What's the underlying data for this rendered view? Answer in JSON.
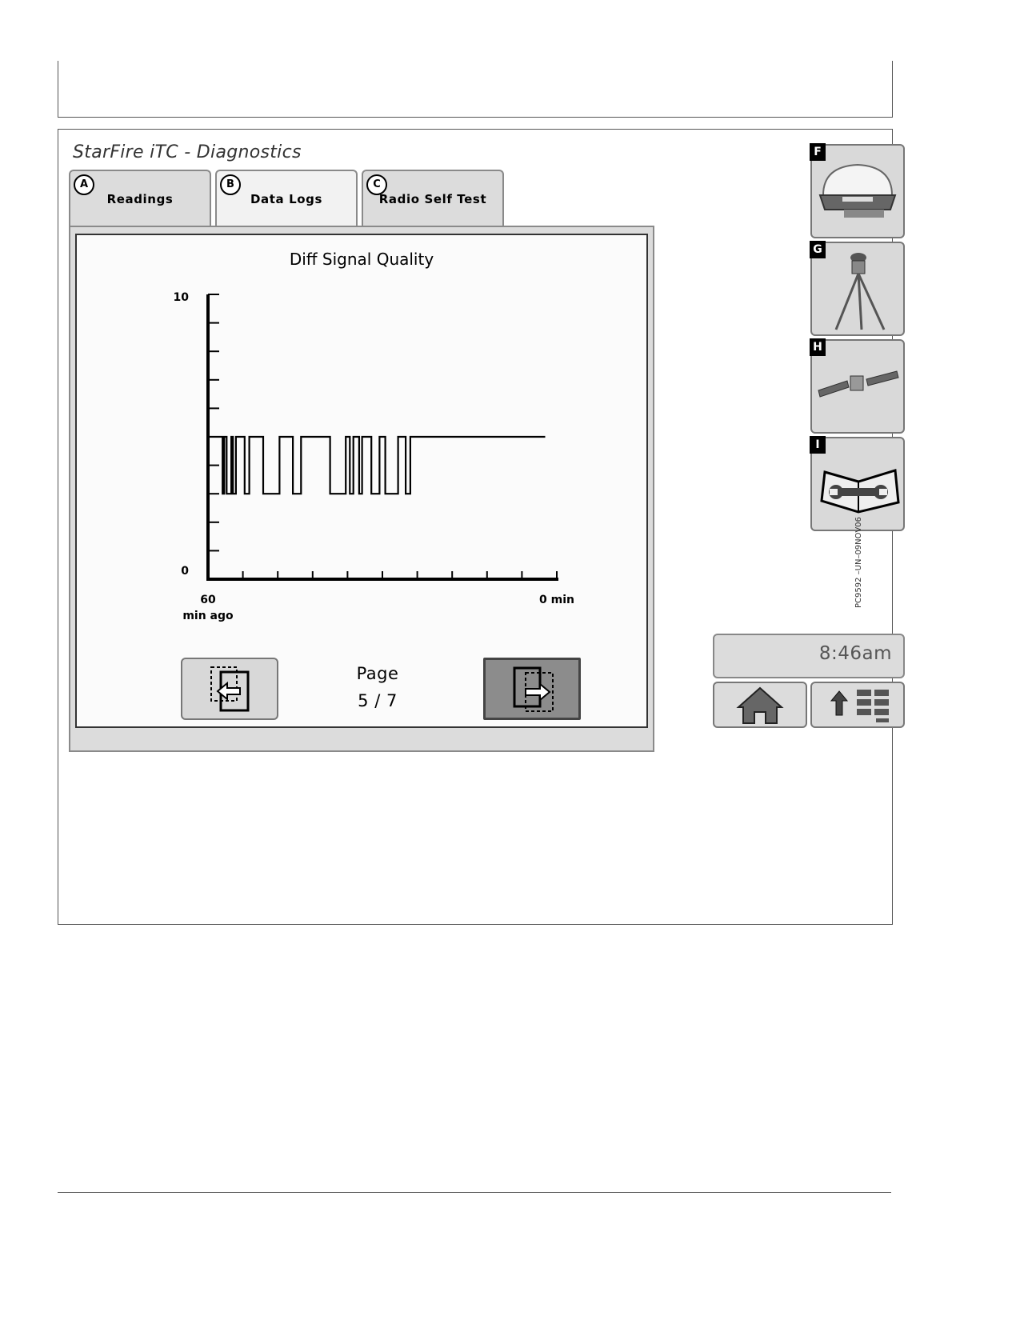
{
  "app_title": "StarFire iTC - Diagnostics",
  "tabs": [
    {
      "callout": "A",
      "label": "Readings",
      "active": false
    },
    {
      "callout": "B",
      "label": "Data Logs",
      "active": true
    },
    {
      "callout": "C",
      "label": "Radio Self Test",
      "active": false
    }
  ],
  "chart_data": {
    "type": "line",
    "title": "Diff Signal Quality",
    "ylim": [
      0,
      10
    ],
    "ytick_labels": [
      "10",
      "0"
    ],
    "x_left_label": "60 min ago",
    "x_right_label": "0 min",
    "x_label_60": "60",
    "x_label_ago": "min ago",
    "xlim": [
      60,
      0
    ],
    "grid": false,
    "series": [
      {
        "x_desc": "minutes ago",
        "x": [
          60,
          57.5,
          57.5,
          57.2,
          57.2,
          56.8,
          56.8,
          56.0,
          56.0,
          55.7,
          55.7,
          55.2,
          55.2,
          53.7,
          53.7,
          52.9,
          52.9,
          50.5,
          50.5,
          47.7,
          47.7,
          45.4,
          45.4,
          44.0,
          44.0,
          39.0,
          39.0,
          36.3,
          36.3,
          35.6,
          35.6,
          35.0,
          35.0,
          34.0,
          34.0,
          33.5,
          33.5,
          31.9,
          31.9,
          30.5,
          30.5,
          29.5,
          29.5,
          27.3,
          27.3,
          26.0,
          26.0,
          25.2,
          25.2,
          23.3,
          23.3,
          2
        ],
        "y": [
          5,
          5,
          3,
          3,
          5,
          5,
          3,
          3,
          5,
          5,
          3,
          3,
          5,
          5,
          3,
          3,
          5,
          5,
          3,
          3,
          5,
          5,
          3,
          3,
          5,
          5,
          3,
          3,
          5,
          5,
          3,
          3,
          5,
          5,
          3,
          3,
          5,
          5,
          3,
          3,
          5,
          5,
          3,
          3,
          5,
          5,
          3,
          3,
          5,
          5,
          5,
          5
        ]
      }
    ]
  },
  "page": {
    "label": "Page",
    "value": "5 / 7"
  },
  "side_buttons": [
    {
      "tag": "F",
      "icon": "receiver-icon"
    },
    {
      "tag": "G",
      "icon": "tripod-icon"
    },
    {
      "tag": "H",
      "icon": "satellite-icon"
    },
    {
      "tag": "I",
      "icon": "manual-wrench-icon"
    }
  ],
  "clock": "8:46am",
  "photo_id": "PC9592  –UN–09NOV06"
}
